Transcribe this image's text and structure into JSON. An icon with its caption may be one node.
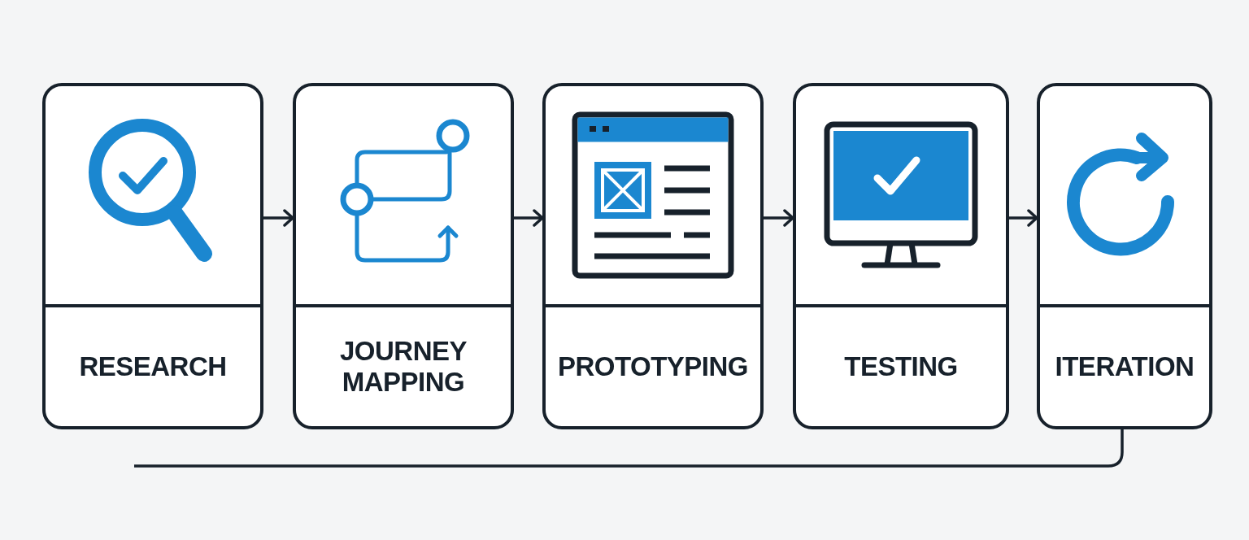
{
  "diagram": {
    "nodes": [
      {
        "text": [
          "RESEARCH"
        ]
      },
      {
        "text": [
          "JOURNEY MAPPING"
        ]
      },
      {
        "text": [
          "PROTOTYPING"
        ]
      },
      {
        "text": [
          "TESTING"
        ]
      },
      {
        "text": [
          "ITERATION"
        ]
      }
    ],
    "edges": [
      {
        "from": 0,
        "to": 1,
        "arrow": "to"
      },
      {
        "from": 1,
        "to": 2,
        "arrow": "to"
      },
      {
        "from": 2,
        "to": 3,
        "arrow": "to"
      },
      {
        "from": 3,
        "to": 4,
        "arrow": "to"
      },
      {
        "from": 4,
        "to": null,
        "arrow": "none"
      }
    ]
  }
}
